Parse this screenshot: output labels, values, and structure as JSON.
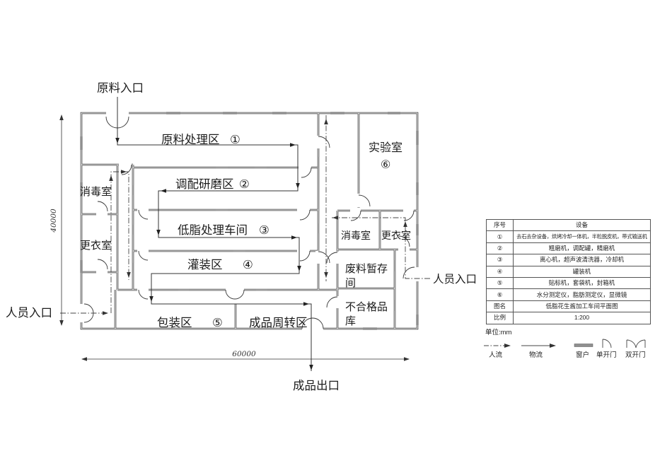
{
  "labels": {
    "raw_entrance": "原料入口",
    "person_entrance_left": "人员入口",
    "person_entrance_right": "人员入口",
    "product_exit": "成品出口"
  },
  "rooms": {
    "raw_processing": "原料处理区",
    "raw_processing_no": "①",
    "blending_grinding": "调配研磨区",
    "blending_grinding_no": "②",
    "lowfat_workshop": "低脂处理车间",
    "lowfat_workshop_no": "③",
    "filling": "灌装区",
    "filling_no": "④",
    "packaging": "包装区",
    "packaging_no": "⑤",
    "turnover": "成品周转区",
    "lab": "实验室",
    "lab_no": "⑥",
    "disinfect_left": "消毒室",
    "dressing_left": "更衣室",
    "disinfect_right": "消毒室",
    "dressing_right": "更衣室",
    "waste_line1": "废料暂存",
    "waste_line2": "间",
    "reject_line1": "不合格品",
    "reject_line2": "库"
  },
  "dimensions": {
    "width_mm": "60000",
    "height_mm": "40000"
  },
  "table": {
    "col_headers": [
      "序号",
      "设备"
    ],
    "rows": [
      {
        "no": "①",
        "equip": "去石去杂设备，烘烤冷却一体机，半粒脱皮机，带式输送机"
      },
      {
        "no": "②",
        "equip": "粗磨机，调配罐，精磨机"
      },
      {
        "no": "③",
        "equip": "离心机，超声波清洗器，冷却机"
      },
      {
        "no": "④",
        "equip": "罐装机"
      },
      {
        "no": "⑤",
        "equip": "贴标机，套袋机，封箱机"
      },
      {
        "no": "⑥",
        "equip": "水分测定仪，脂肪测定仪，显微镜"
      },
      {
        "no": "图名",
        "equip": "低脂花生酱加工车间平面图"
      },
      {
        "no": "比例",
        "equip": "1:200"
      }
    ],
    "unit_note": "单位:mm"
  },
  "legend": {
    "people_flow": "人流",
    "material_flow": "物流",
    "window": "窗户",
    "single_door": "单开门",
    "double_door": "双开门"
  },
  "colors": {
    "line": "#2f2f2f",
    "window": "#8f8f8f",
    "flow": "#444444"
  }
}
